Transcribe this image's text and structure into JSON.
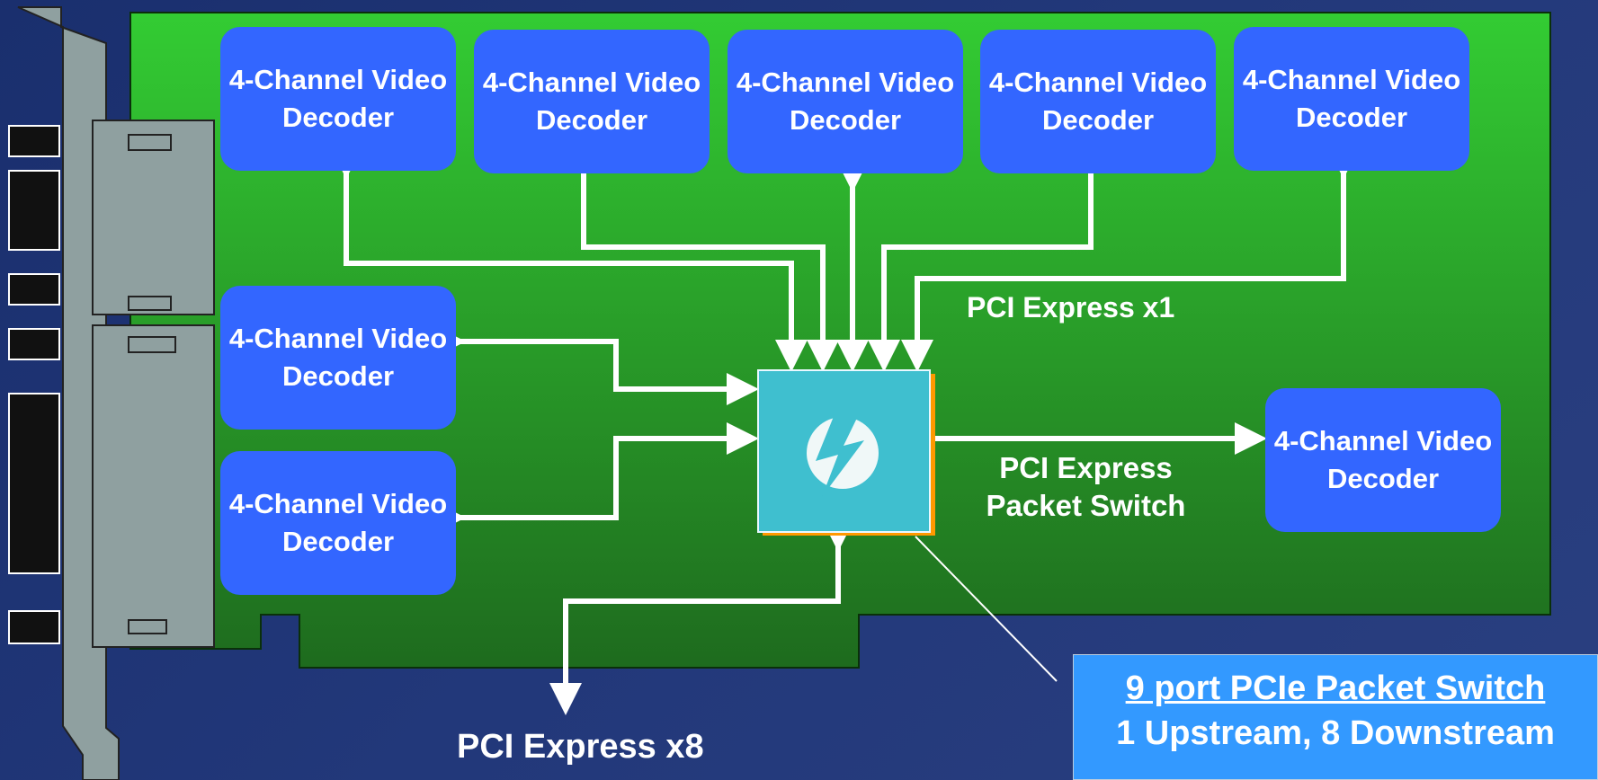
{
  "decoders": [
    {
      "label": "4-Channel Video Decoder"
    },
    {
      "label": "4-Channel Video Decoder"
    },
    {
      "label": "4-Channel Video Decoder"
    },
    {
      "label": "4-Channel Video Decoder"
    },
    {
      "label": "4-Channel Video Decoder"
    },
    {
      "label": "4-Channel Video Decoder"
    },
    {
      "label": "4-Channel Video Decoder"
    },
    {
      "label": "4-Channel Video Decoder"
    }
  ],
  "labels": {
    "pcie_x1": "PCI Express x1",
    "packet_switch": "PCI Express Packet Switch",
    "pcie_x8": "PCI Express x8"
  },
  "callout": {
    "title": "9 port PCIe Packet Switch",
    "subtitle": "1 Upstream, 8 Downstream"
  },
  "colors": {
    "board_top": "#33cc33",
    "board_bottom": "#1e6b1e",
    "decoder": "#3366ff",
    "switch_chip": "#3fbfcf",
    "chip_shadow": "#ff9900",
    "callout": "#3399ff",
    "bracket": "#8fa0a0",
    "arrow": "#ffffff"
  },
  "icons": {
    "switch_logo": "lightning-bolt-logo"
  }
}
